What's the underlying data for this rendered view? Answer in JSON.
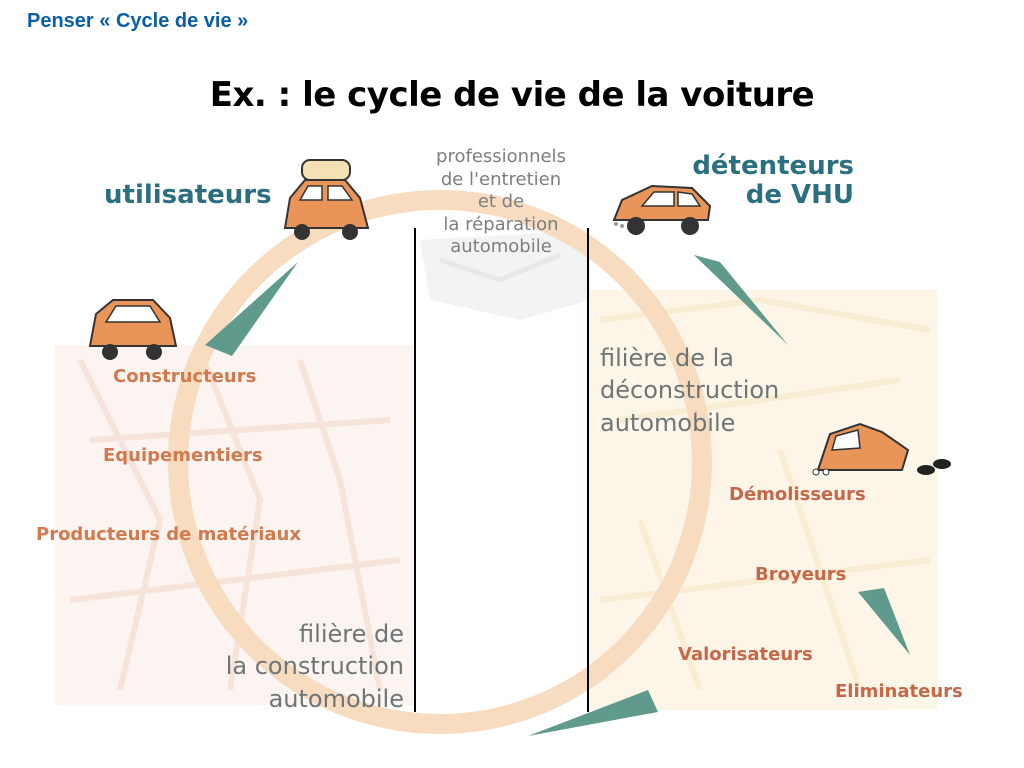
{
  "header": {
    "text": "Penser « Cycle de vie »",
    "color": "#0a5ea8"
  },
  "title": "Ex. : le cycle de vie de la voiture",
  "diagram": {
    "top_left_label": "utilisateurs",
    "top_right_label": "détenteurs\nde VHU",
    "center_label": "professionnels\nde l'entretien\net de\nla réparation\nautomobile",
    "left_stack": [
      "Constructeurs",
      "Equipementiers",
      "Producteurs de matériaux"
    ],
    "construction_label": "filière de\nla construction\nautomobile",
    "deconstruction_label": "filière de la\ndéconstruction\nautomobile",
    "right_stack": [
      "Démolisseurs",
      "Broyeurs",
      "Valorisateurs",
      "Eliminateurs"
    ],
    "colors": {
      "ring": "#f7dcc0",
      "arrow": "#5f9a8c",
      "car": "#e9955a",
      "teal_text": "#2b6f80",
      "orange_text": "#d07a4e"
    }
  }
}
